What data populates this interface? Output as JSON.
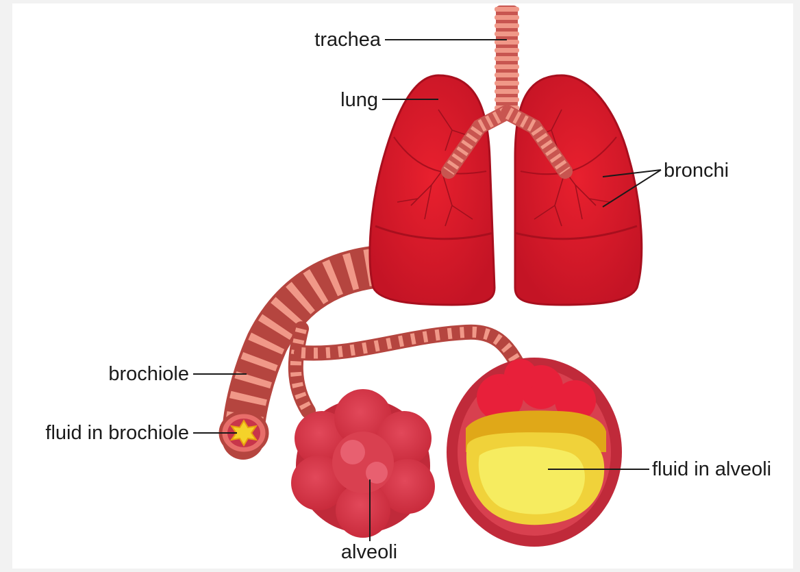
{
  "labels": {
    "trachea": "trachea",
    "lung": "lung",
    "bronchi": "bronchi",
    "brochiole": "brochiole",
    "fluid_in_brochiole": "fluid in brochiole",
    "fluid_in_alveoli": "fluid in alveoli",
    "alveoli": "alveoli"
  },
  "colors": {
    "background": "#f2f2f2",
    "canvas": "#ffffff",
    "lung_red": "#d6192b",
    "lung_dark": "#b01020",
    "tube_light": "#f08878",
    "tube_dark": "#c04a48",
    "alveoli_red": "#d93b4c",
    "fluid_yellow": "#f2e040",
    "fluid_orange": "#e0a818",
    "leader_line": "#1a1a1a"
  }
}
